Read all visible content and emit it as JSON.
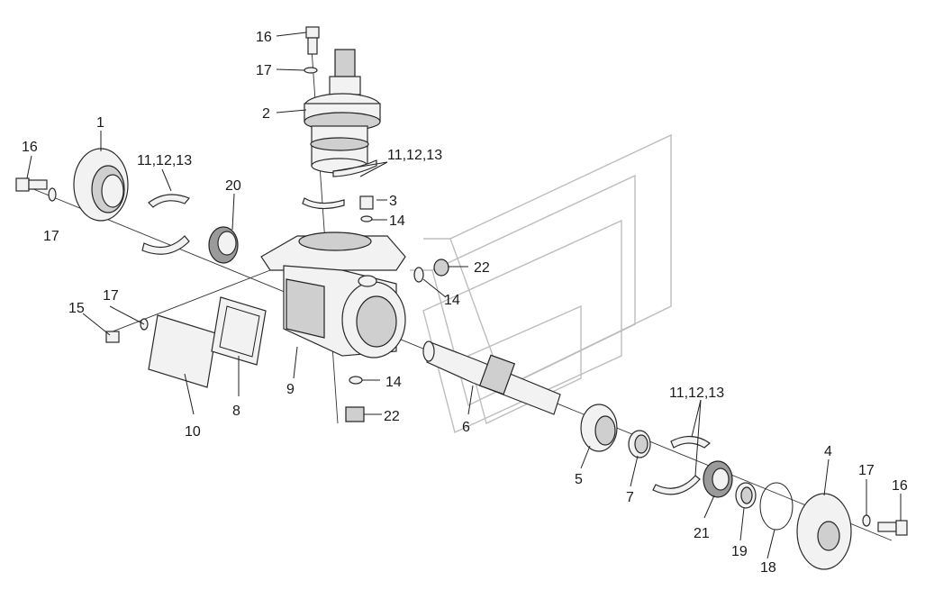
{
  "diagram": {
    "labels": {
      "p1": "1",
      "p2": "2",
      "p3": "3",
      "p4": "4",
      "p5": "5",
      "p6": "6",
      "p7": "7",
      "p8": "8",
      "p9": "9",
      "p10": "10",
      "p11_13_left": "11,12,13",
      "p11_13_top": "11,12,13",
      "p11_13_right": "11,12,13",
      "p14_top": "14",
      "p14_mid": "14",
      "p14_low": "14",
      "p15": "15",
      "p16_top": "16",
      "p16_left": "16",
      "p16_right": "16",
      "p17_top": "17",
      "p17_left": "17",
      "p17_cover": "17",
      "p17_right": "17",
      "p18": "18",
      "p19": "19",
      "p20": "20",
      "p21": "21",
      "p22_top": "22",
      "p22_low": "22"
    }
  }
}
